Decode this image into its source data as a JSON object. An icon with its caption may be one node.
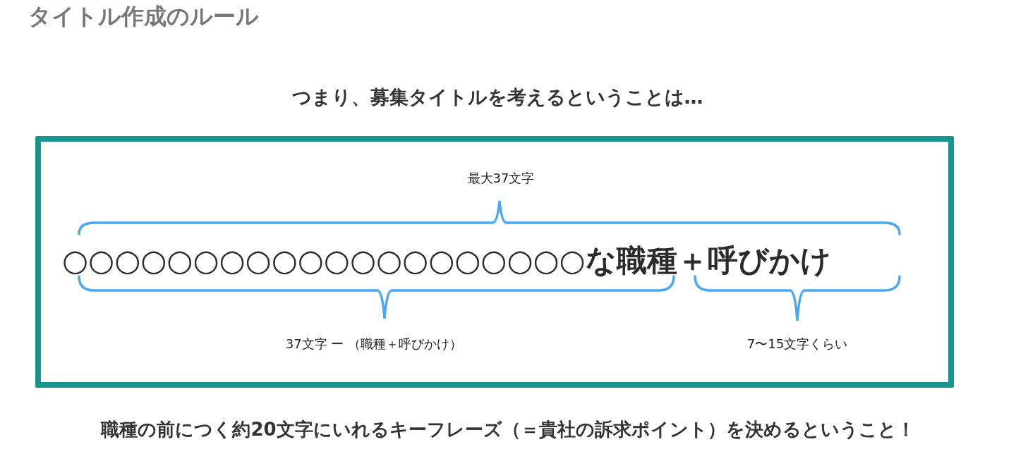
{
  "diagram": {
    "title": "タイトル作成のルール",
    "nodes": [
      {
        "text": [
          "最大37文字",
          "○○○○○○○○○○○○○○○○○○○○な職種＋呼びかけ",
          "37文字 ー （職種＋呼びかけ）",
          "7〜15文字くらい"
        ]
      }
    ],
    "labels": [
      "つまり、募集タイトルを考えるということは…",
      "職種の前につく約20文字にいれるキーフレーズ（＝貴社の訴求ポイント）を決めるということ！"
    ]
  }
}
